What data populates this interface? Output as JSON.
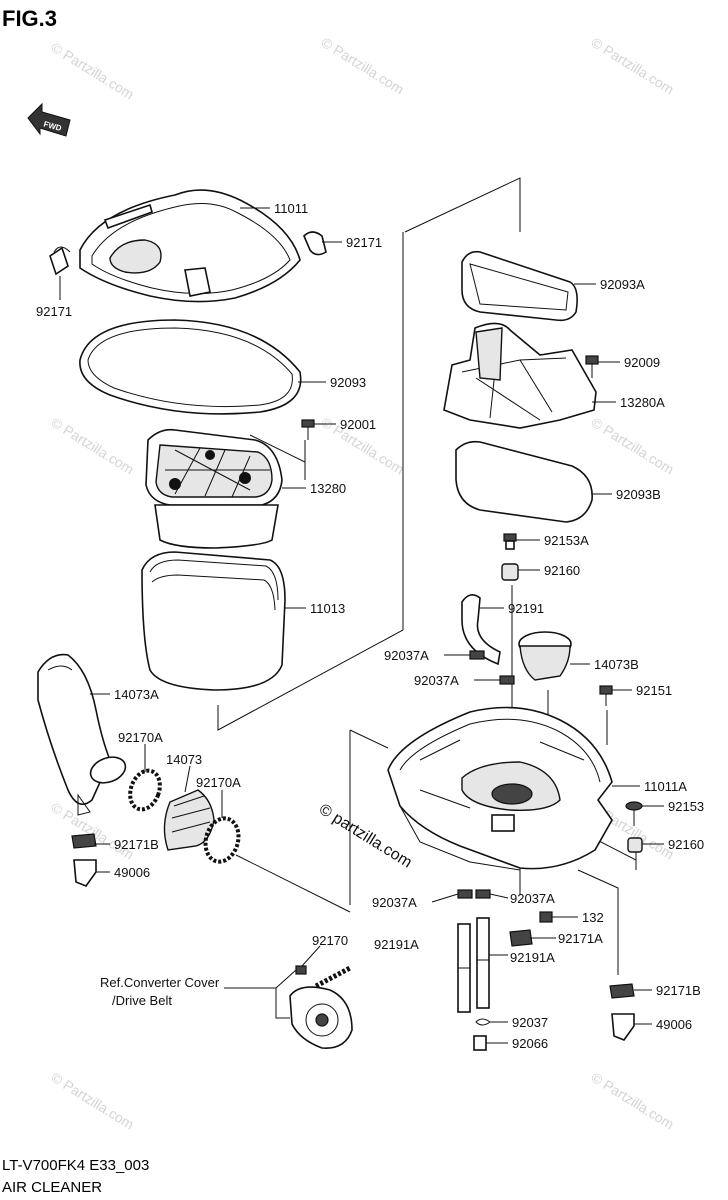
{
  "figure": {
    "title": "FIG.3",
    "fwd_mark": "FWD"
  },
  "footer": {
    "code": "LT-V700FK4 E33_003",
    "name": "AIR CLEANER"
  },
  "watermarks": [
    "© Partzilla.com",
    "© Partzilla.com",
    "© Partzilla.com",
    "© Partzilla.com",
    "© Partzilla.com",
    "© Partzilla.com",
    "© Partzilla.com",
    "© Partzilla.com",
    "© Partzilla.com",
    "© Partzilla.com",
    "© partzilla.com"
  ],
  "parts": [
    "11011",
    "92171",
    "92171",
    "92093",
    "92001",
    "13280",
    "11013",
    "14073A",
    "92170A",
    "14073",
    "92170A",
    "92171B",
    "49006",
    "92093A",
    "92009",
    "13280A",
    "92093B",
    "92153A",
    "92160",
    "92191",
    "92037A",
    "14073B",
    "92037A",
    "92151",
    "11011A",
    "92153",
    "92160",
    "92037A",
    "92037A",
    "132",
    "92171A",
    "92191A",
    "92191A",
    "92037",
    "92066",
    "92171B",
    "49006",
    "92170"
  ],
  "reference": {
    "line1": "Ref.Converter Cover",
    "line2": "/Drive Belt"
  }
}
